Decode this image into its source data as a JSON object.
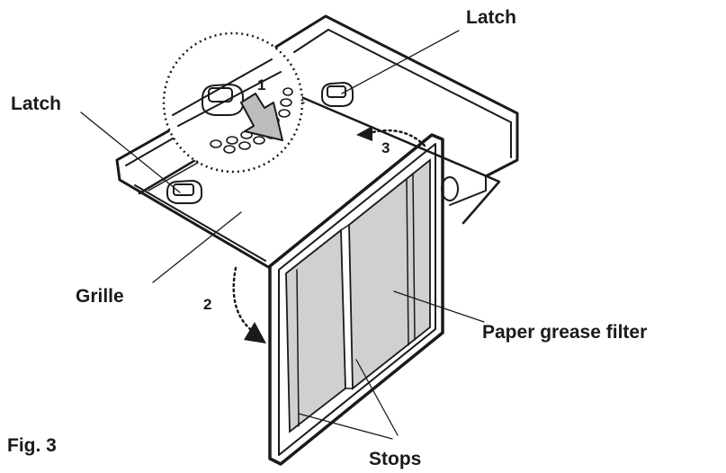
{
  "figure": {
    "caption": "Fig. 3",
    "labels": {
      "latch_top": "Latch",
      "latch_left": "Latch",
      "grille": "Grille",
      "filter": "Paper grease filter",
      "stops": "Stops"
    },
    "steps": [
      "1",
      "2",
      "3"
    ]
  }
}
